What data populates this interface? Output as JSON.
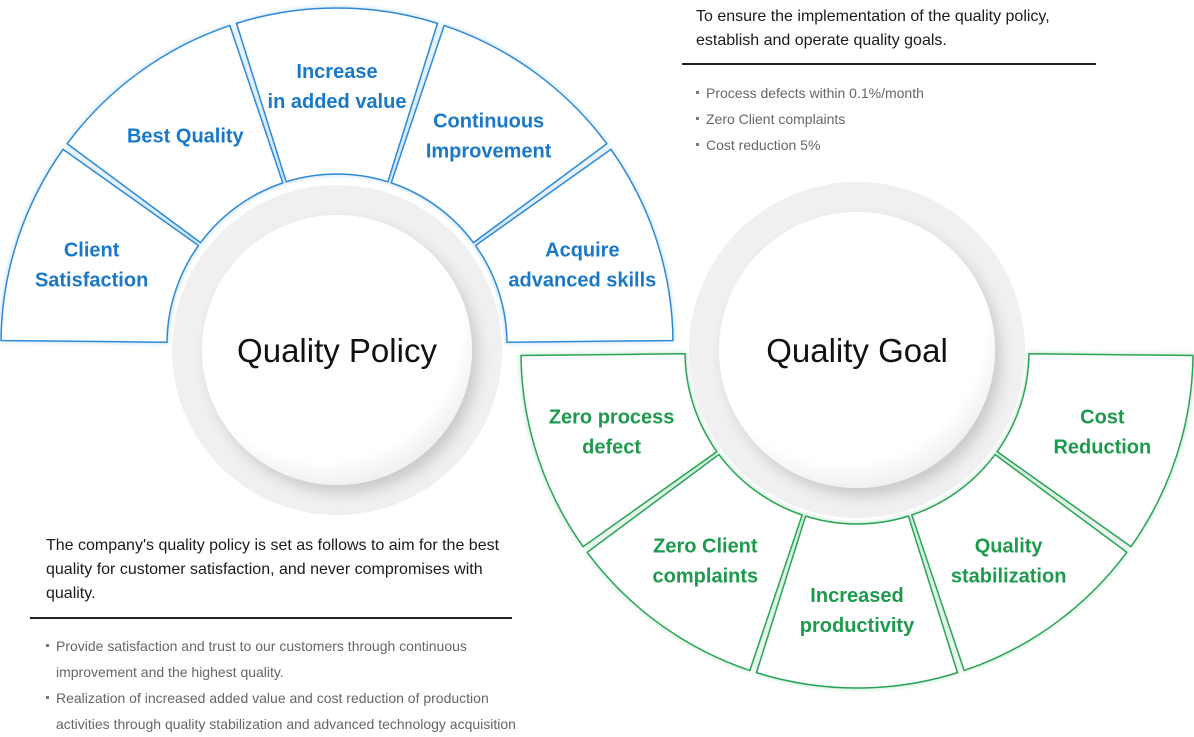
{
  "policy": {
    "center_title": "Quality Policy",
    "segments": [
      {
        "lines": [
          "Client",
          "Satisfaction"
        ]
      },
      {
        "lines": [
          "Best Quality"
        ]
      },
      {
        "lines": [
          "Increase",
          "in added value"
        ]
      },
      {
        "lines": [
          "Continuous",
          "Improvement"
        ]
      },
      {
        "lines": [
          "Acquire",
          "advanced skills"
        ]
      }
    ],
    "description": "The company's quality policy is set as follows to aim for the best quality for customer satisfaction, and never compromises with quality.",
    "bullets": [
      "Provide satisfaction and trust to our customers through continuous improvement and the highest quality.",
      "Realization of increased added value and cost reduction of production activities through quality stabilization and advanced technology acquisition"
    ]
  },
  "goal": {
    "center_title": "Quality Goal",
    "segments": [
      {
        "lines": [
          "Zero process",
          "defect"
        ]
      },
      {
        "lines": [
          "Zero Client",
          "complaints"
        ]
      },
      {
        "lines": [
          "Increased",
          "productivity"
        ]
      },
      {
        "lines": [
          "Quality",
          "stabilization"
        ]
      },
      {
        "lines": [
          "Cost",
          "Reduction"
        ]
      }
    ],
    "description": "To ensure the implementation of the quality policy, establish and operate quality goals.",
    "bullets": [
      "Process defects within 0.1%/month",
      "Zero Client complaints",
      "Cost reduction 5%"
    ]
  },
  "colors": {
    "policy_accent": "#1a78c9",
    "goal_accent": "#1e9a4d",
    "policy_border": "#2f8ad8",
    "goal_border": "#29a457"
  }
}
